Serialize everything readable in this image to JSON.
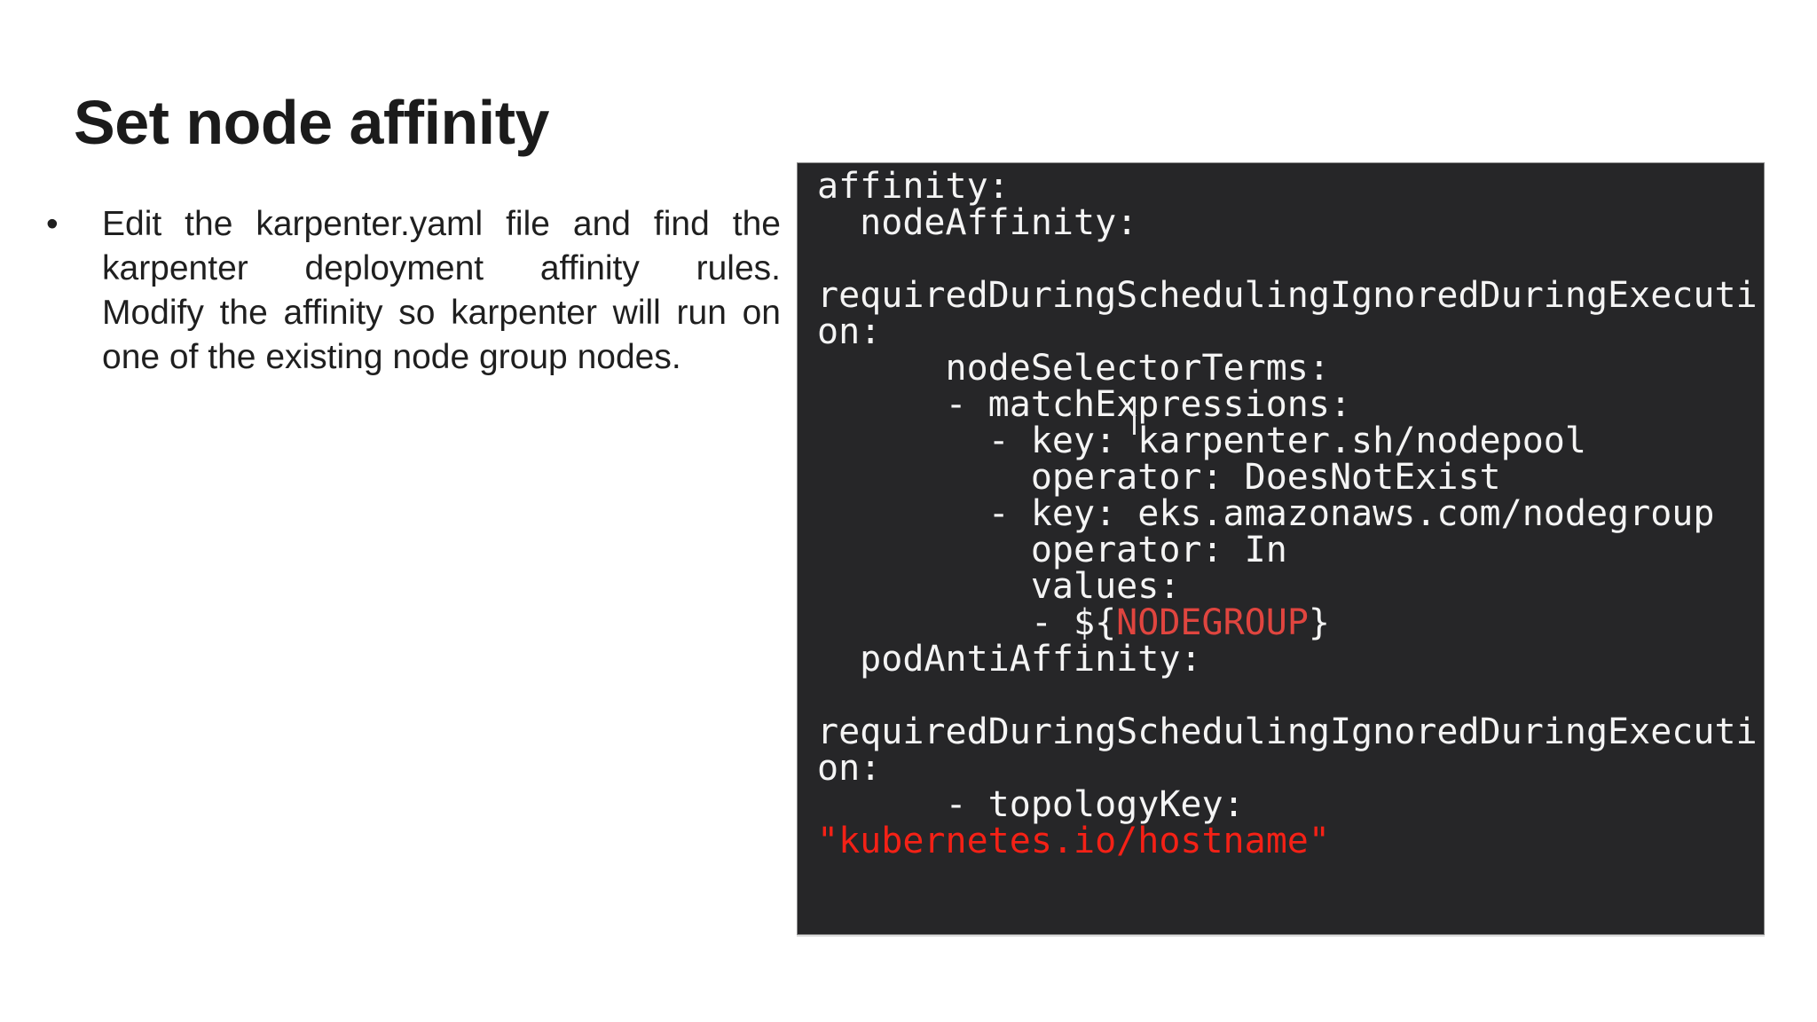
{
  "slide": {
    "title": "Set node affinity"
  },
  "bullet": {
    "marker": "•",
    "lines": [
      {
        "text": "Edit the karpenter.yaml file and find the",
        "justify": true
      },
      {
        "text": "karpenter deployment affinity rules.",
        "justify": true
      },
      {
        "text": "Modify the affinity so karpenter will run on",
        "justify": true
      },
      {
        "text": "one of the existing node group nodes.",
        "justify": false
      }
    ]
  },
  "code_block": {
    "language": "yaml",
    "colors": {
      "background": "#262628",
      "text": "#f4f4f4",
      "highlight_red": "#e0453f",
      "string_red": "#f42116",
      "border": "#8c8c8c"
    },
    "lines": [
      [
        {
          "t": "affinity:",
          "c": "w"
        }
      ],
      [
        {
          "t": "  nodeAffinity:",
          "c": "w"
        }
      ],
      [
        {
          "t": "",
          "c": "w"
        }
      ],
      [
        {
          "t": "requiredDuringSchedulingIgnoredDuringExecuti",
          "c": "w"
        }
      ],
      [
        {
          "t": "on:",
          "c": "w"
        }
      ],
      [
        {
          "t": "      nodeSelectorTerms:",
          "c": "w"
        }
      ],
      [
        {
          "t": "      - matchExpressions:",
          "c": "w"
        }
      ],
      [
        {
          "t": "        - key: karpenter.sh/nodepool",
          "c": "w"
        }
      ],
      [
        {
          "t": "          operator: DoesNotExist",
          "c": "w"
        }
      ],
      [
        {
          "t": "        - key: eks.amazonaws.com/nodegroup",
          "c": "w"
        }
      ],
      [
        {
          "t": "          operator: In",
          "c": "w"
        }
      ],
      [
        {
          "t": "          values:",
          "c": "w"
        }
      ],
      [
        {
          "t": "          - ${",
          "c": "w"
        },
        {
          "t": "NODEGROUP",
          "c": "r"
        },
        {
          "t": "}",
          "c": "w"
        }
      ],
      [
        {
          "t": "  podAntiAffinity:",
          "c": "w"
        }
      ],
      [
        {
          "t": "",
          "c": "w"
        }
      ],
      [
        {
          "t": "requiredDuringSchedulingIgnoredDuringExecuti",
          "c": "w"
        }
      ],
      [
        {
          "t": "on:",
          "c": "w"
        }
      ],
      [
        {
          "t": "      - topologyKey:",
          "c": "w"
        }
      ],
      [
        {
          "t": "\"kubernetes.io/hostname\"",
          "c": "rb"
        }
      ]
    ]
  }
}
